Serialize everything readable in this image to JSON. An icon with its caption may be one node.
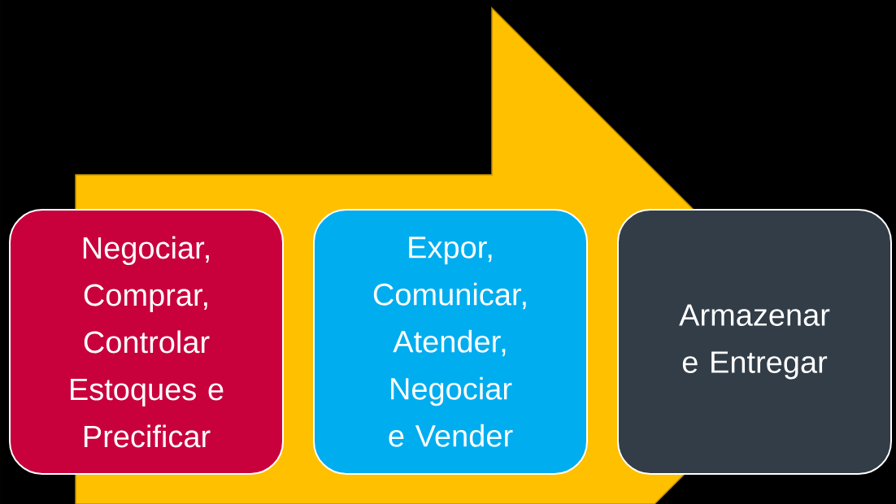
{
  "diagram": {
    "nodes": [
      {
        "text": [
          "Negociar, Comprar, Controlar Estoques e Precificar"
        ]
      },
      {
        "text": [
          "Expor, Comunicar, Atender, Negociar e Vender"
        ]
      },
      {
        "text": [
          "Armazenar e Entregar"
        ]
      }
    ]
  }
}
